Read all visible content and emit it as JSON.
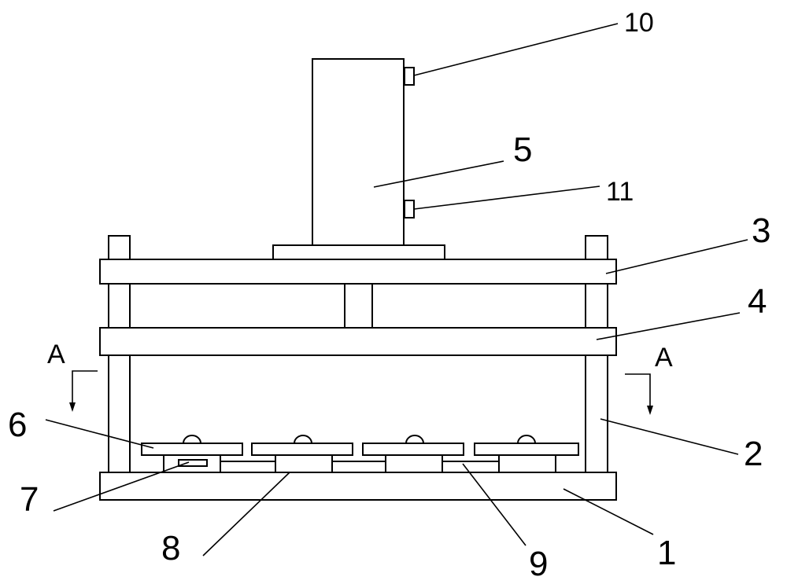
{
  "labels": {
    "l1": "1",
    "l2": "2",
    "l3": "3",
    "l4": "4",
    "l5": "5",
    "l6": "6",
    "l7": "7",
    "l8": "8",
    "l9": "9",
    "l10": "10",
    "l11": "11",
    "section_left": "A",
    "section_right": "A"
  },
  "colors": {
    "line": "#000000",
    "background": "#ffffff"
  }
}
